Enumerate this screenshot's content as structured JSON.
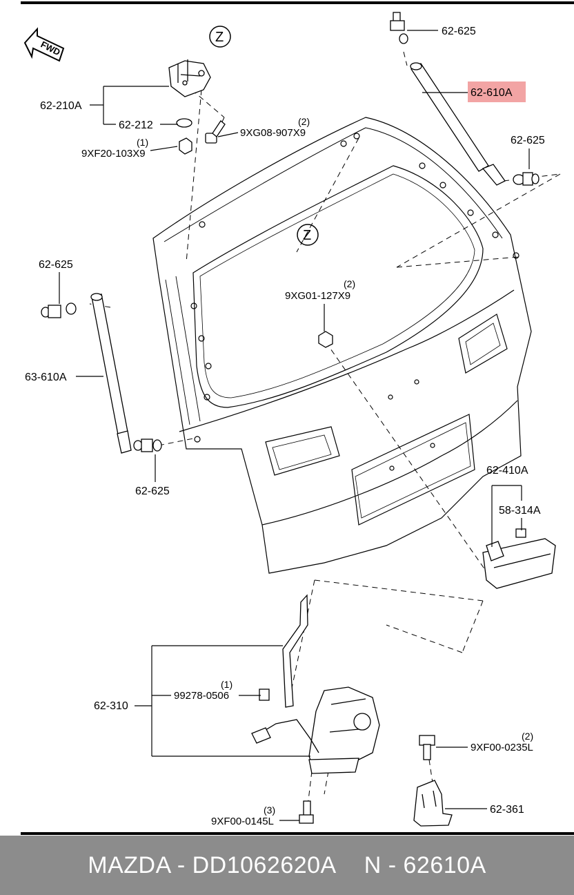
{
  "diagram": {
    "direction_arrow": "FWD",
    "view_markers": [
      "Z",
      "Z"
    ],
    "labels": {
      "p62_625_top": "62-625",
      "p62_610A": "62-610A",
      "p62_625_right": "62-625",
      "p62_210A": "62-210A",
      "p62_212": "62-212",
      "p9XG08_907X9": "9XG08-907X9",
      "q9XG08": "(2)",
      "p9XF20_103X9": "9XF20-103X9",
      "q9XF20": "(1)",
      "p62_625_left": "62-625",
      "p63_610A": "63-610A",
      "p62_625_lower": "62-625",
      "p9XG01_127X9": "9XG01-127X9",
      "q9XG01": "(2)",
      "p62_410A": "62-410A",
      "p58_314A": "58-314A",
      "p62_310": "62-310",
      "p99278_0506": "99278-0506",
      "q99278": "(1)",
      "p9XF00_0235L": "9XF00-0235L",
      "q9XF00_0235L": "(2)",
      "p62_361": "62-361",
      "p9XF00_0145L": "9XF00-0145L",
      "q9XF00_0145L": "(3)"
    },
    "highlight_color": "#f2a4a4"
  },
  "footer": {
    "brand_part": "MAZDA - DD1062620A",
    "ref_number": "N - 62610A",
    "background": "#8c8c8c"
  }
}
